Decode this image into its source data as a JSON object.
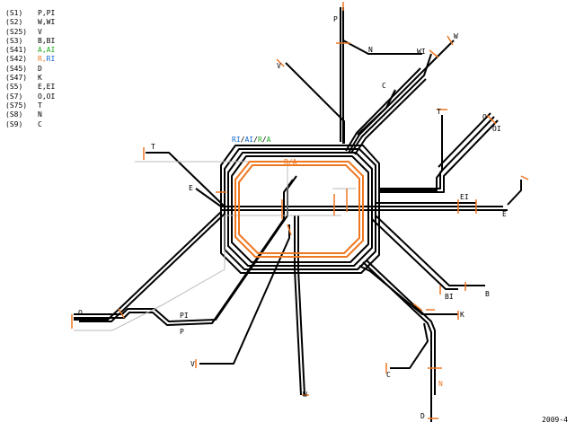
{
  "legend": [
    {
      "line": "(S1)",
      "routes": [
        {
          "t": "P,PI",
          "c": "#000000"
        }
      ]
    },
    {
      "line": "(S2)",
      "routes": [
        {
          "t": "W,WI",
          "c": "#000000"
        }
      ]
    },
    {
      "line": "(S25)",
      "routes": [
        {
          "t": "V",
          "c": "#000000"
        }
      ]
    },
    {
      "line": "(S3)",
      "routes": [
        {
          "t": "B,BI",
          "c": "#000000"
        }
      ]
    },
    {
      "line": "(S41)",
      "routes": [
        {
          "t": "A,AI",
          "c": "#22aa22"
        }
      ]
    },
    {
      "line": "(S42)",
      "routes": [
        {
          "t": "R,",
          "c": "#ee7722"
        },
        {
          "t": "RI",
          "c": "#1166cc"
        }
      ]
    },
    {
      "line": "(S45)",
      "routes": [
        {
          "t": "D",
          "c": "#000000"
        }
      ]
    },
    {
      "line": "(S47)",
      "routes": [
        {
          "t": "K",
          "c": "#000000"
        }
      ]
    },
    {
      "line": "(S5)",
      "routes": [
        {
          "t": "E,EI",
          "c": "#000000"
        }
      ]
    },
    {
      "line": "(S7)",
      "routes": [
        {
          "t": "O,OI",
          "c": "#000000"
        }
      ]
    },
    {
      "line": "(S75)",
      "routes": [
        {
          "t": "T",
          "c": "#000000"
        }
      ]
    },
    {
      "line": "(S8)",
      "routes": [
        {
          "t": "N",
          "c": "#000000"
        }
      ]
    },
    {
      "line": "(S9)",
      "routes": [
        {
          "t": "C",
          "c": "#000000"
        }
      ]
    }
  ],
  "ring_label": [
    {
      "t": "RI",
      "c": "#1166cc"
    },
    {
      "t": "/",
      "c": "#000000"
    },
    {
      "t": "AI",
      "c": "#1166cc"
    },
    {
      "t": "/",
      "c": "#000000"
    },
    {
      "t": "R",
      "c": "#22aa22"
    },
    {
      "t": "/",
      "c": "#000000"
    },
    {
      "t": "A",
      "c": "#22aa22"
    }
  ],
  "inner_ring_label": "R/A",
  "terminals": {
    "P": "P",
    "N": "N",
    "WI": "WI",
    "W": "W",
    "V_nw": "V",
    "C_upper": "C",
    "T_ne": "T",
    "O": "O",
    "OI": "OI",
    "T_w": "T",
    "E_w": "E",
    "EI": "EI",
    "E_e": "E",
    "BI": "BI",
    "B": "B",
    "K": "K",
    "O_w": "O",
    "PI": "PI",
    "P_sw": "P",
    "V_s": "V",
    "C_s": "C",
    "N_s": "N",
    "D": "D",
    "W_s": "W"
  },
  "footer": "2009-4",
  "colors": {
    "line": "#000000",
    "ring": "#ee7722",
    "terminus": "#ee7722",
    "faint": "#bbbbbb"
  }
}
